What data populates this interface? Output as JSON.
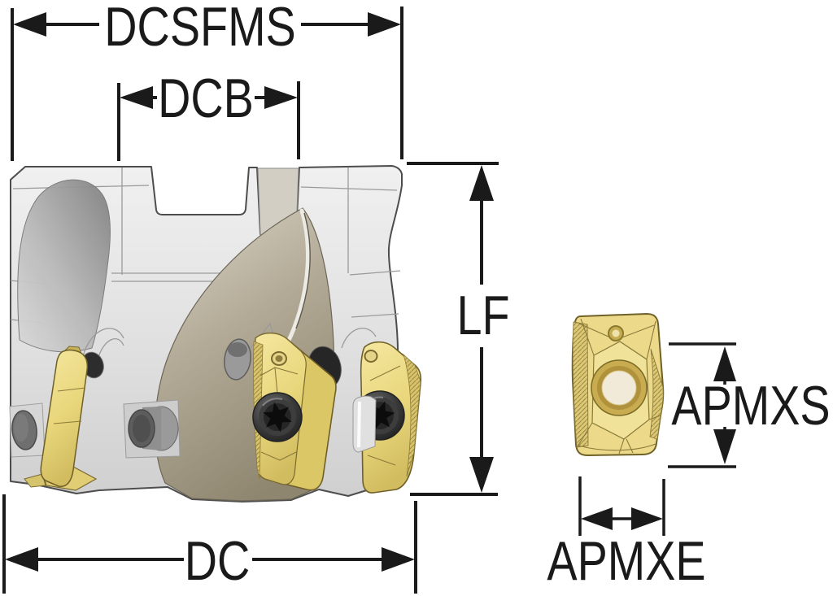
{
  "page": {
    "background": "#ffffff"
  },
  "colors": {
    "dimension_line": "#1a1a1a",
    "body_gray": "#e3e3e3",
    "flute_tan": "#b2aa96",
    "insert_yellow": "#e9d77c",
    "insert_outline": "#6f5f28",
    "screw_dark": "#2b2b2b",
    "hole_light": "#f1ead9"
  },
  "dimensions": {
    "dcsfms": "DCSFMS",
    "dcb": "DCB",
    "lf": "LF",
    "dc": "DC",
    "apmxs": "APMXS",
    "apmxe": "APMXE"
  },
  "illustrations": {
    "cutter": "face-milling-cutter-with-indexable-inserts",
    "insert": "indexable-milling-insert-detail"
  }
}
